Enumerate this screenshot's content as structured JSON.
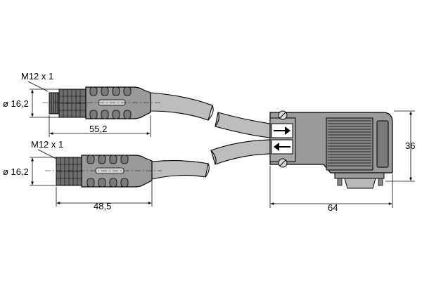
{
  "connector_top": {
    "thread_label": "M12 x 1",
    "diameter_label": "ø 16,2",
    "length_label": "55,2"
  },
  "connector_bottom": {
    "thread_label": "M12 x 1",
    "diameter_label": "ø 16,2",
    "length_label": "48,5"
  },
  "dsub_connector": {
    "height_label": "36",
    "width_label": "64"
  },
  "colors": {
    "body": "#9a9a9a",
    "cable": "#bdbdbd",
    "line": "#000000"
  }
}
